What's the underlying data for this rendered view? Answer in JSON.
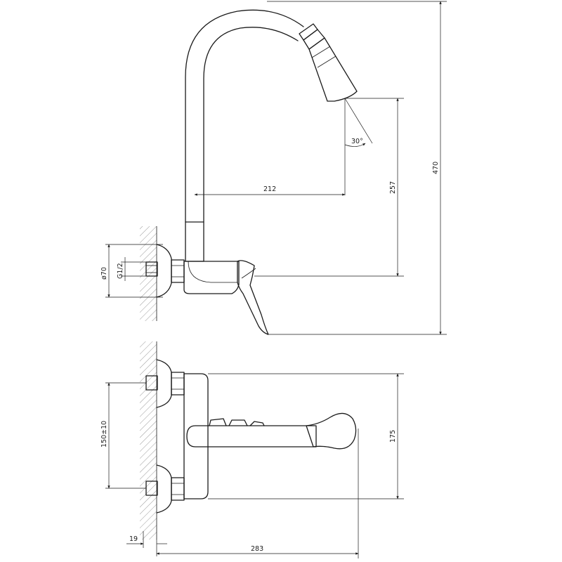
{
  "dimensions": {
    "total_height": "470",
    "outlet_height": "257",
    "spout_reach": "212",
    "spray_angle": "30°",
    "flange_diameter": "ø70",
    "thread_size": "G1/2",
    "connection_spacing": "150±10",
    "body_height": "175",
    "wall_offset": "19",
    "total_depth": "283"
  }
}
